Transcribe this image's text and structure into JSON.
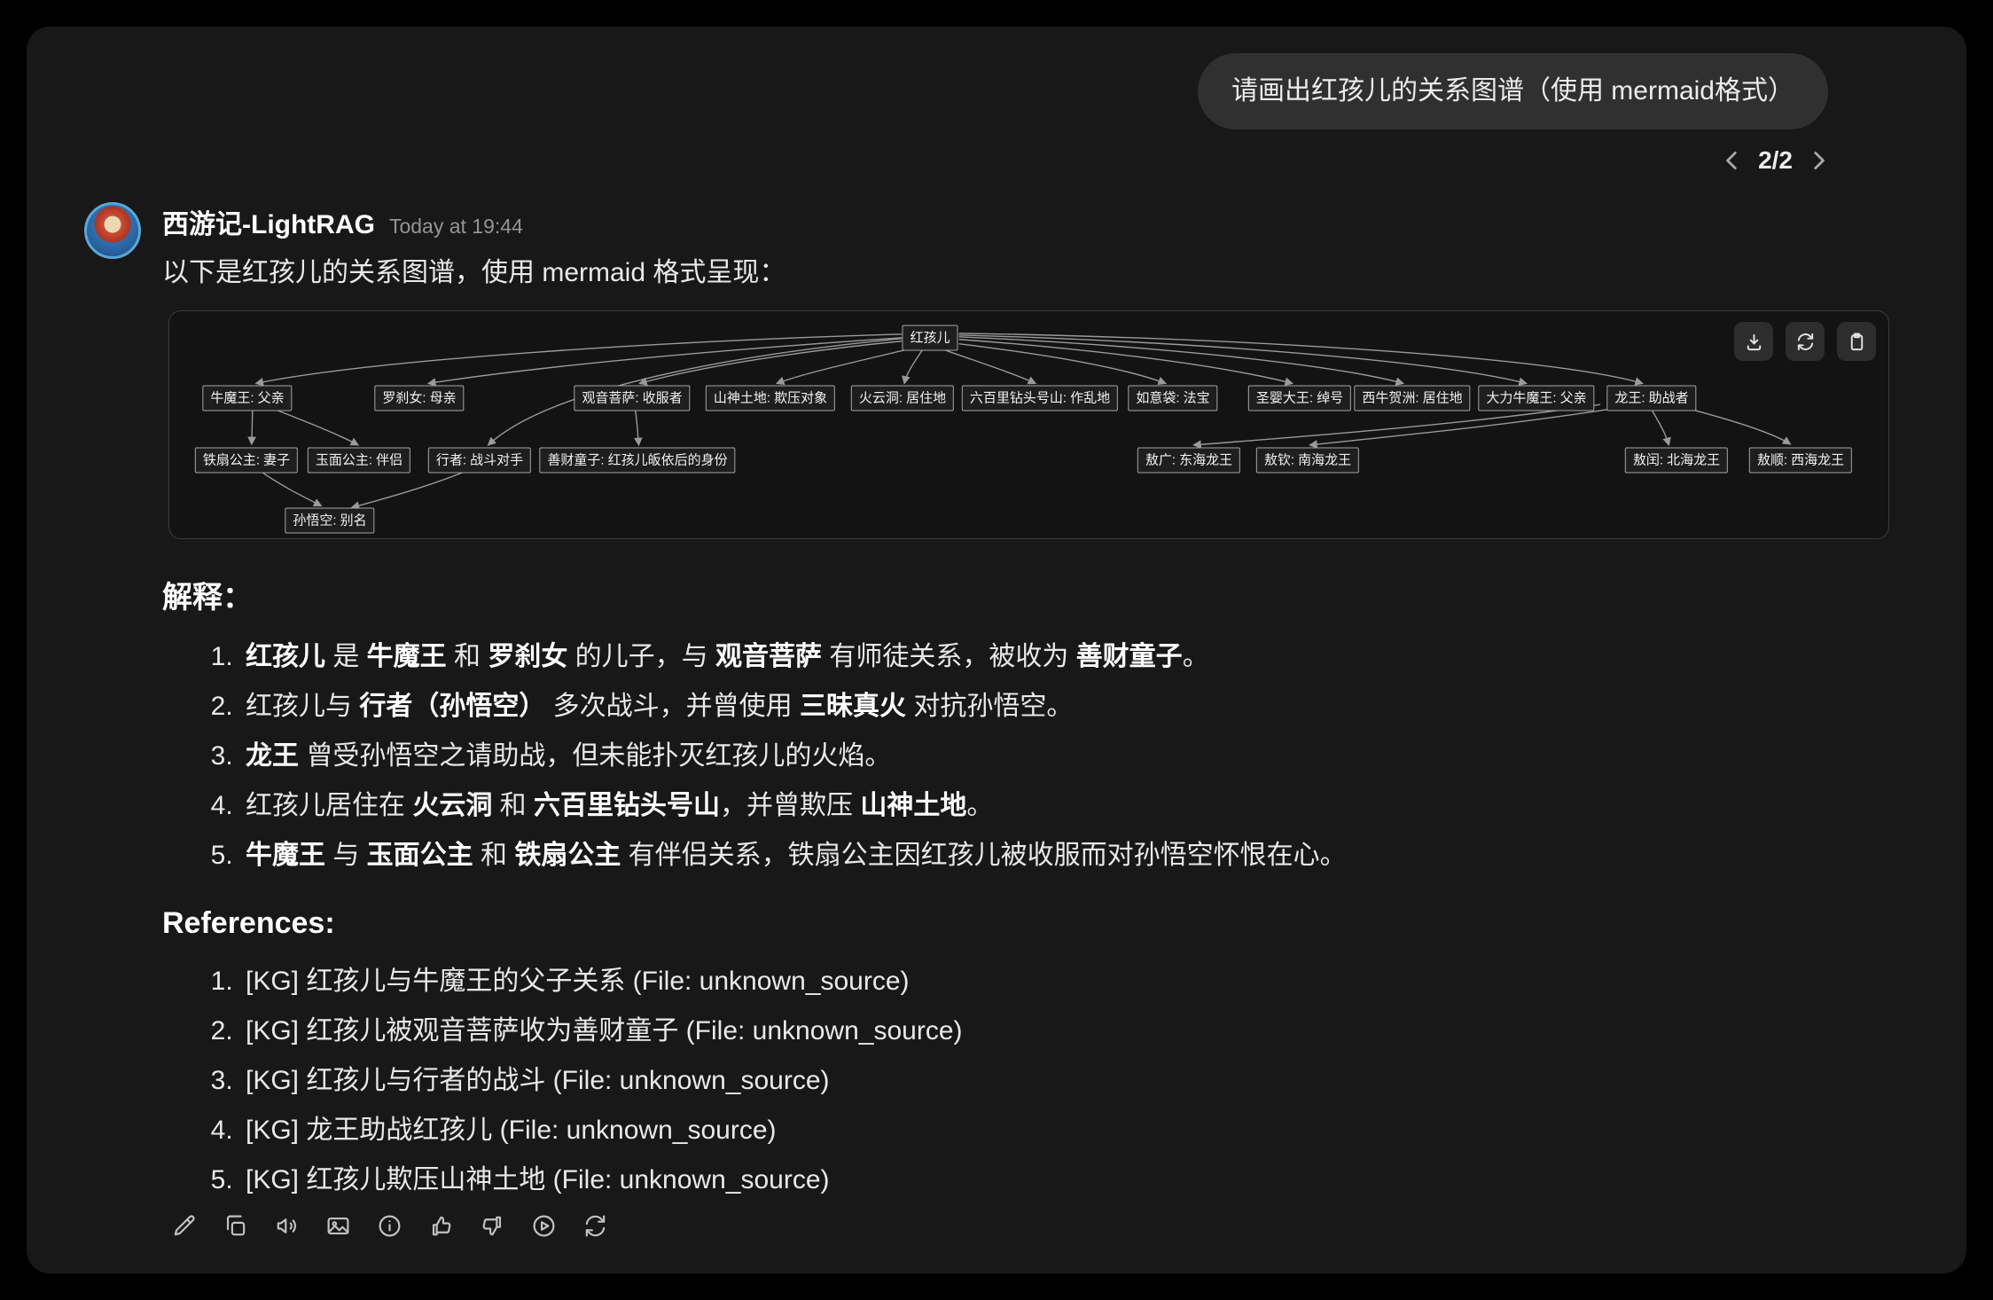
{
  "user": {
    "message": "请画出红孩儿的关系图谱（使用 mermaid格式）"
  },
  "pagination": {
    "current": "2/2"
  },
  "assistant": {
    "name": "西游记-LightRAG",
    "timestamp": "Today at 19:44",
    "intro": "以下是红孩儿的关系图谱，使用 mermaid 格式呈现："
  },
  "diagram": {
    "tool_icons": [
      "download-icon",
      "regenerate-icon",
      "copy-icon"
    ],
    "nodes": [
      {
        "label": "红孩儿"
      },
      {
        "label": "牛魔王: 父亲"
      },
      {
        "label": "罗刹女: 母亲"
      },
      {
        "label": "观音菩萨: 收服者"
      },
      {
        "label": "山神土地: 欺压对象"
      },
      {
        "label": "火云洞: 居住地"
      },
      {
        "label": "六百里钻头号山: 作乱地"
      },
      {
        "label": "如意袋: 法宝"
      },
      {
        "label": "圣婴大王: 绰号"
      },
      {
        "label": "西牛贺洲: 居住地"
      },
      {
        "label": "大力牛魔王: 父亲"
      },
      {
        "label": "龙王: 助战者"
      },
      {
        "label": "铁扇公主: 妻子"
      },
      {
        "label": "玉面公主: 伴侣"
      },
      {
        "label": "行者: 战斗对手"
      },
      {
        "label": "善财童子: 红孩儿皈依后的身份"
      },
      {
        "label": "敖广: 东海龙王"
      },
      {
        "label": "敖钦: 南海龙王"
      },
      {
        "label": "敖闰: 北海龙王"
      },
      {
        "label": "敖顺: 西海龙王"
      },
      {
        "label": "孙悟空: 别名"
      }
    ],
    "edges": [
      {
        "from": "红孩儿",
        "to": "牛魔王: 父亲"
      },
      {
        "from": "红孩儿",
        "to": "罗刹女: 母亲"
      },
      {
        "from": "红孩儿",
        "to": "观音菩萨: 收服者"
      },
      {
        "from": "红孩儿",
        "to": "山神土地: 欺压对象"
      },
      {
        "from": "红孩儿",
        "to": "火云洞: 居住地"
      },
      {
        "from": "红孩儿",
        "to": "六百里钻头号山: 作乱地"
      },
      {
        "from": "红孩儿",
        "to": "如意袋: 法宝"
      },
      {
        "from": "红孩儿",
        "to": "圣婴大王: 绰号"
      },
      {
        "from": "红孩儿",
        "to": "西牛贺洲: 居住地"
      },
      {
        "from": "红孩儿",
        "to": "大力牛魔王: 父亲"
      },
      {
        "from": "红孩儿",
        "to": "龙王: 助战者"
      },
      {
        "from": "红孩儿",
        "to": "行者: 战斗对手"
      },
      {
        "from": "牛魔王: 父亲",
        "to": "铁扇公主: 妻子"
      },
      {
        "from": "牛魔王: 父亲",
        "to": "玉面公主: 伴侣"
      },
      {
        "from": "观音菩萨: 收服者",
        "to": "善财童子: 红孩儿皈依后的身份"
      },
      {
        "from": "铁扇公主: 妻子",
        "to": "孙悟空: 别名"
      },
      {
        "from": "行者: 战斗对手",
        "to": "孙悟空: 别名"
      },
      {
        "from": "龙王: 助战者",
        "to": "敖广: 东海龙王"
      },
      {
        "from": "龙王: 助战者",
        "to": "敖钦: 南海龙王"
      },
      {
        "from": "龙王: 助战者",
        "to": "敖闰: 北海龙王"
      },
      {
        "from": "龙王: 助战者",
        "to": "敖顺: 西海龙王"
      }
    ]
  },
  "explanation": {
    "heading": "解释：",
    "items": [
      [
        {
          "text": "红孩儿",
          "bold": true
        },
        {
          "text": " 是 ",
          "bold": false
        },
        {
          "text": "牛魔王",
          "bold": true
        },
        {
          "text": " 和 ",
          "bold": false
        },
        {
          "text": "罗刹女",
          "bold": true
        },
        {
          "text": " 的儿子，与 ",
          "bold": false
        },
        {
          "text": "观音菩萨",
          "bold": true
        },
        {
          "text": " 有师徒关系，被收为 ",
          "bold": false
        },
        {
          "text": "善财童子",
          "bold": true
        },
        {
          "text": "。",
          "bold": false
        }
      ],
      [
        {
          "text": "红孩儿与 ",
          "bold": false
        },
        {
          "text": "行者（孙悟空）",
          "bold": true
        },
        {
          "text": " 多次战斗，并曾使用 ",
          "bold": false
        },
        {
          "text": "三昧真火",
          "bold": true
        },
        {
          "text": " 对抗孙悟空。",
          "bold": false
        }
      ],
      [
        {
          "text": "龙王",
          "bold": true
        },
        {
          "text": " 曾受孙悟空之请助战，但未能扑灭红孩儿的火焰。",
          "bold": false
        }
      ],
      [
        {
          "text": "红孩儿居住在 ",
          "bold": false
        },
        {
          "text": "火云洞",
          "bold": true
        },
        {
          "text": " 和 ",
          "bold": false
        },
        {
          "text": "六百里钻头号山",
          "bold": true
        },
        {
          "text": "，并曾欺压 ",
          "bold": false
        },
        {
          "text": "山神土地",
          "bold": true
        },
        {
          "text": "。",
          "bold": false
        }
      ],
      [
        {
          "text": "牛魔王",
          "bold": true
        },
        {
          "text": " 与 ",
          "bold": false
        },
        {
          "text": "玉面公主",
          "bold": true
        },
        {
          "text": " 和 ",
          "bold": false
        },
        {
          "text": "铁扇公主",
          "bold": true
        },
        {
          "text": " 有伴侣关系，铁扇公主因红孩儿被收服而对孙悟空怀恨在心。",
          "bold": false
        }
      ]
    ]
  },
  "references": {
    "heading": "References:",
    "items": [
      "[KG] 红孩儿与牛魔王的父子关系 (File: unknown_source)",
      "[KG] 红孩儿被观音菩萨收为善财童子 (File: unknown_source)",
      "[KG] 红孩儿与行者的战斗 (File: unknown_source)",
      "[KG] 龙王助战红孩儿 (File: unknown_source)",
      "[KG] 红孩儿欺压山神土地 (File: unknown_source)"
    ]
  },
  "actions": [
    "edit-icon",
    "copy-icon",
    "speaker-icon",
    "image-icon",
    "info-icon",
    "thumbs-up-icon",
    "thumbs-down-icon",
    "play-icon",
    "refresh-icon"
  ],
  "colors": {
    "background": "#000000",
    "card": "#181818",
    "bubble": "#303030",
    "panel_background": "#131313",
    "panel_border": "#3c3c3c",
    "edge": "#9a9a9a",
    "text": "#ececec"
  }
}
